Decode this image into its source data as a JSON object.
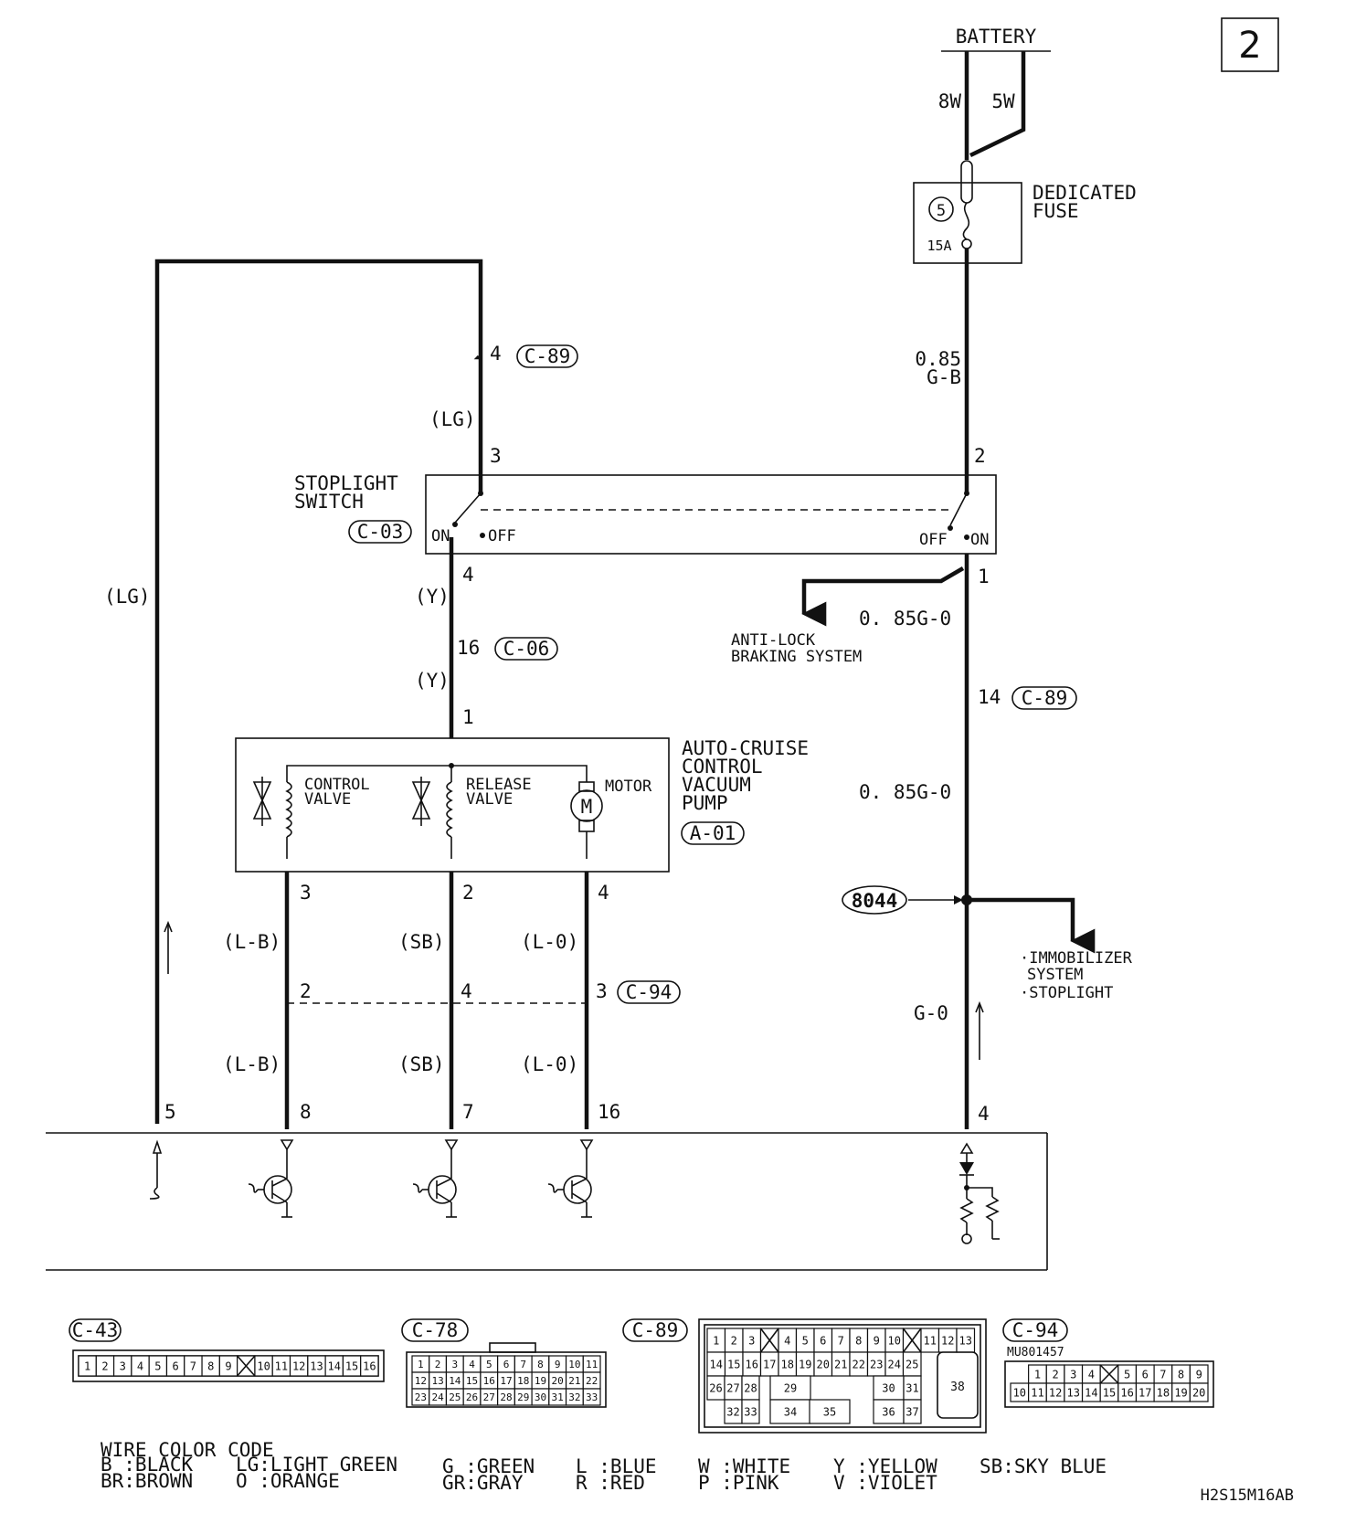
{
  "page_number": "2",
  "battery": {
    "label": "BATTERY",
    "wire_a": "8W",
    "wire_b": "5W"
  },
  "fuse": {
    "title_line1": "DEDICATED",
    "title_line2": "FUSE",
    "number": "5",
    "rating": "15A"
  },
  "wires": {
    "fuse_out_size": "0.85",
    "fuse_out_color": "G-B",
    "lg_top": "(LG)",
    "lg_left": "(LG)",
    "y_upper": "(Y)",
    "y_lower": "(Y)",
    "abs_wire": "0. 85G-0",
    "imm_wire": "0. 85G-0",
    "go_wire": "G-0",
    "lb_upper": "(L-B)",
    "lb_lower": "(L-B)",
    "sb_upper": "(SB)",
    "sb_lower": "(SB)",
    "lo_upper": "(L-0)",
    "lo_lower": "(L-0)"
  },
  "connectors": {
    "c89": "C-89",
    "c03": "C-03",
    "c06": "C-06",
    "a01": "A-01",
    "c94": "C-94",
    "c43": "C-43",
    "c78": "C-78"
  },
  "pins": {
    "c89_top": "4",
    "sw_3": "3",
    "sw_2": "2",
    "sw_4": "4",
    "sw_1": "1",
    "c06_16": "16",
    "pump_1": "1",
    "c89_14": "14",
    "pump_3": "3",
    "pump_2": "2",
    "pump_4": "4",
    "c94_2": "2",
    "c94_4": "4",
    "c94_3": "3",
    "ecu_5": "5",
    "ecu_8": "8",
    "ecu_7": "7",
    "ecu_16": "16",
    "ecu_4": "4"
  },
  "switch": {
    "title_line1": "STOPLIGHT",
    "title_line2": "SWITCH",
    "on_left": "ON",
    "off_left": "OFF",
    "off_right": "OFF",
    "on_right": "ON"
  },
  "abs": {
    "line1": "ANTI-LOCK",
    "line2": "BRAKING SYSTEM"
  },
  "pump": {
    "title_line1": "AUTO-CRUISE",
    "title_line2": "CONTROL",
    "title_line3": "VACUUM",
    "title_line4": "PUMP",
    "control_valve_1": "CONTROL",
    "control_valve_2": "VALVE",
    "release_valve_1": "RELEASE",
    "release_valve_2": "VALVE",
    "motor": "MOTOR",
    "motor_symbol": "M"
  },
  "junction": {
    "label": "8044"
  },
  "immobilizer": {
    "line1": "·IMMOBILIZER",
    "line2": "SYSTEM",
    "line3": "·STOPLIGHT"
  },
  "connector_faces": {
    "c43_pins": [
      "1",
      "2",
      "3",
      "4",
      "5",
      "6",
      "7",
      "8",
      "9",
      "",
      "10",
      "11",
      "12",
      "13",
      "14",
      "15",
      "16"
    ],
    "c78_rows": [
      [
        "1",
        "2",
        "3",
        "4",
        "5",
        "6",
        "7",
        "8",
        "9",
        "10",
        "11"
      ],
      [
        "12",
        "13",
        "14",
        "15",
        "16",
        "17",
        "18",
        "19",
        "20",
        "21",
        "22"
      ],
      [
        "23",
        "24",
        "25",
        "26",
        "27",
        "28",
        "29",
        "30",
        "31",
        "32",
        "33"
      ]
    ],
    "c89_row1": [
      "1",
      "2",
      "3",
      "",
      "4",
      "5",
      "6",
      "7",
      "8",
      "9",
      "10",
      "",
      "11",
      "12",
      "13"
    ],
    "c89_row2": [
      "14",
      "15",
      "16",
      "17",
      "18",
      "19",
      "20",
      "21",
      "22",
      "23",
      "24",
      "25"
    ],
    "c89_row3": [
      "26",
      "27",
      "28",
      "29",
      "30",
      "31"
    ],
    "c89_row4": [
      "32",
      "33",
      "34",
      "35",
      "36",
      "37"
    ],
    "c89_big": "38",
    "c94_part": "MU801457",
    "c94_row1": [
      "1",
      "2",
      "3",
      "4",
      "",
      "5",
      "6",
      "7",
      "8",
      "9"
    ],
    "c94_row2": [
      "10",
      "11",
      "12",
      "13",
      "14",
      "15",
      "16",
      "17",
      "18",
      "19",
      "20"
    ]
  },
  "legend": {
    "title": "WIRE COLOR CODE",
    "col1": [
      "B :BLACK",
      "BR:BROWN"
    ],
    "col2": [
      "LG:LIGHT GREEN",
      "O :ORANGE"
    ],
    "col3": [
      "G :GREEN",
      "GR:GRAY"
    ],
    "col4": [
      "L :BLUE",
      "R :RED"
    ],
    "col5": [
      "W :WHITE",
      "P :PINK"
    ],
    "col6": [
      "Y :YELLOW",
      "V :VIOLET"
    ],
    "col7": [
      "SB:SKY BLUE"
    ]
  },
  "doc_code": "H2S15M16AB"
}
